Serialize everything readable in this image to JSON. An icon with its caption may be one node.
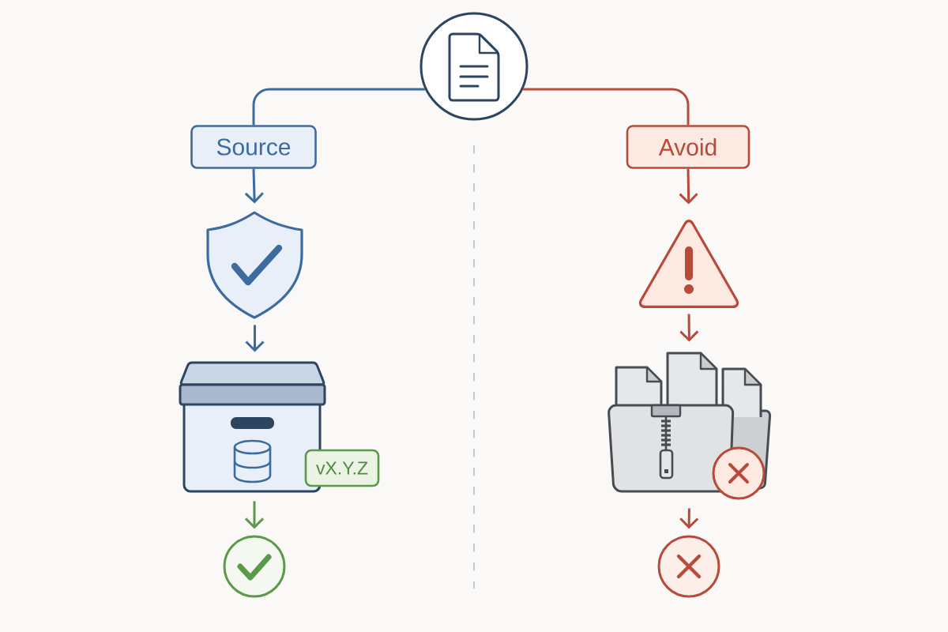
{
  "diagram": {
    "nodes": [
      {
        "text": [],
        "shape": "circle"
      },
      {
        "text": [
          "Source"
        ]
      },
      {
        "text": [
          "Avoid"
        ]
      },
      {
        "text": [],
        "shape": "picture"
      },
      {
        "text": [],
        "shape": "picture"
      },
      {
        "text": [
          "vX.Y.Z"
        ]
      },
      {
        "text": [],
        "shape": "circle"
      },
      {
        "text": [],
        "shape": "triangle"
      },
      {
        "text": [],
        "shape": "picture"
      },
      {
        "text": [],
        "shape": "circle"
      }
    ],
    "edges": [
      {
        "from": 0,
        "to": 1,
        "arrow": "none",
        "color": "#3d6b9e"
      },
      {
        "from": 0,
        "to": 2,
        "arrow": "none",
        "color": "#b84a3a"
      },
      {
        "from": 1,
        "to": 3,
        "arrow": "to",
        "color": "#3d6b9e"
      },
      {
        "from": 3,
        "to": 4,
        "arrow": "to",
        "color": "#3d6b9e"
      },
      {
        "from": 4,
        "to": 6,
        "arrow": "to",
        "color": "#5b9a4b"
      },
      {
        "from": 2,
        "to": 7,
        "arrow": "to",
        "color": "#b84a3a"
      },
      {
        "from": 7,
        "to": 8,
        "arrow": "to",
        "color": "#b84a3a"
      },
      {
        "from": 8,
        "to": 9,
        "arrow": "to",
        "color": "#b84a3a"
      }
    ]
  }
}
